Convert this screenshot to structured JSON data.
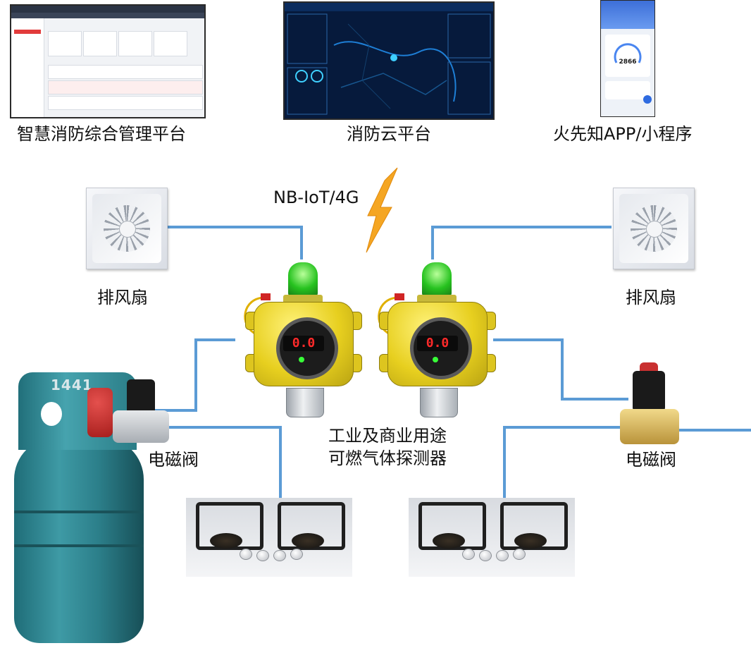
{
  "platforms": {
    "management": "智慧消防综合管理平台",
    "cloud": "消防云平台",
    "app": "火先知APP/小程序"
  },
  "network": "NB-IoT/4G",
  "fan_left": "排风扇",
  "fan_right": "排风扇",
  "detector_caption_line1": "工业及商业用途",
  "detector_caption_line2": "可燃气体探测器",
  "detector_reading": "0.0",
  "valve_left": "电磁阀",
  "valve_right": "电磁阀",
  "cylinder_marking": "1441",
  "app_counter": "2866",
  "colors": {
    "wire": "#5b9bd5",
    "lightning": "#f5a623",
    "detector_body": "#e7cf1f",
    "detector_lamp": "#26c21f",
    "cylinder": "#2c7f8a"
  }
}
